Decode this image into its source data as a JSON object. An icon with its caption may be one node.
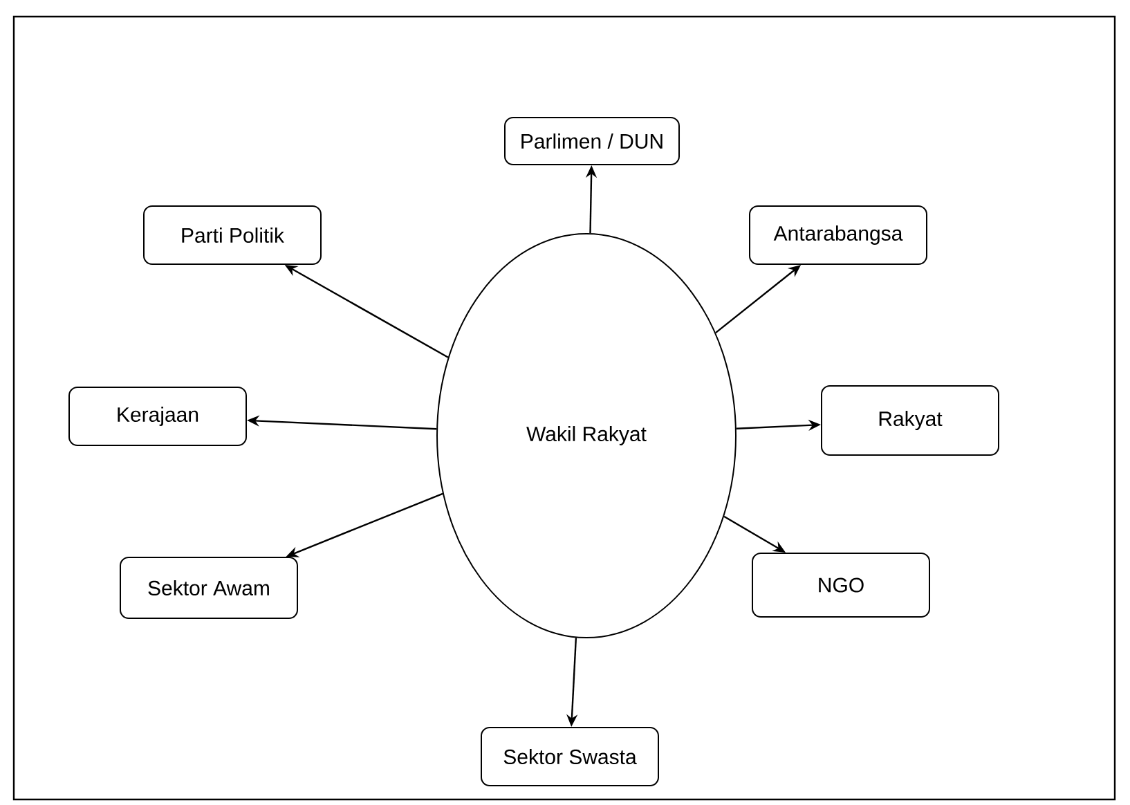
{
  "diagram": {
    "nodes": [
      {
        "text": [
          "Parlimen / DUN"
        ]
      },
      {
        "text": [
          "Parti Politik"
        ]
      },
      {
        "text": [
          "Antarabangsa"
        ]
      },
      {
        "text": [
          "Kerajaan"
        ]
      },
      {
        "text": [
          "Wakil Rakyat"
        ]
      },
      {
        "text": [
          "Rakyat"
        ]
      },
      {
        "text": [
          "Sektor Awam"
        ]
      },
      {
        "text": [
          "NGO"
        ]
      },
      {
        "text": [
          "Sektor Swasta"
        ]
      }
    ],
    "edges": [
      {
        "from": 4,
        "to": 0,
        "arrow": "to"
      },
      {
        "from": 4,
        "to": 1,
        "arrow": "to"
      },
      {
        "from": 4,
        "to": 2,
        "arrow": "to"
      },
      {
        "from": 4,
        "to": 3,
        "arrow": "to"
      },
      {
        "from": 4,
        "to": 5,
        "arrow": "to"
      },
      {
        "from": 4,
        "to": 6,
        "arrow": "to"
      },
      {
        "from": 4,
        "to": 7,
        "arrow": "to"
      },
      {
        "from": 4,
        "to": 8,
        "arrow": "to"
      }
    ]
  }
}
